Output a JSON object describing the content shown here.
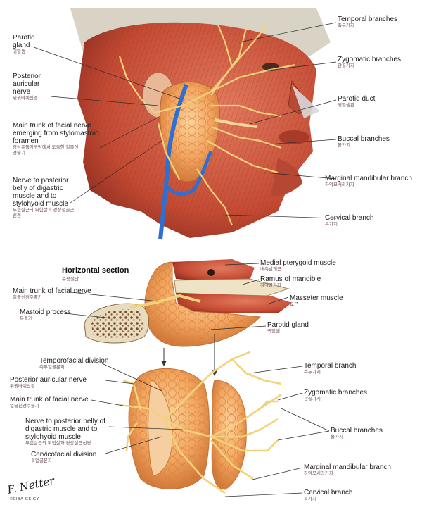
{
  "upper_labels": [
    {
      "id": "parotid-gland",
      "en": "Parotid gland",
      "ko": "귀밑샘"
    },
    {
      "id": "posterior-auricular-nerve",
      "en": "Posterior auricular nerve",
      "ko": "뒤귓바퀴신경"
    },
    {
      "id": "main-trunk-facial-nerve",
      "en": "Main trunk of facial nerve emerging from stylomastoid foramen",
      "ko": "경상유돌기구멍에서 도출한 얼굴신경줄기"
    },
    {
      "id": "nerve-posterior-belly",
      "en": "Nerve to posterior belly of digastric muscle and to stylohyoid muscle",
      "ko": "두힘살근의 뒤힘살과 경상설골근신경"
    },
    {
      "id": "temporal-branches",
      "en": "Temporal branches",
      "ko": "측두가지"
    },
    {
      "id": "zygomatic-branches",
      "en": "Zygomatic branches",
      "ko": "관골가지"
    },
    {
      "id": "parotid-duct",
      "en": "Parotid duct",
      "ko": "귀밑샘관"
    },
    {
      "id": "buccal-branches",
      "en": "Buccal branches",
      "ko": "볼가지"
    },
    {
      "id": "marginal-mandibular-branch",
      "en": "Marginal mandibular branch",
      "ko": "하악모서리가지"
    },
    {
      "id": "cervical-branch",
      "en": "Cervical branch",
      "ko": "목가지"
    }
  ],
  "section": {
    "title": "Horizontal section",
    "title_ko": "수평절단",
    "labels": [
      {
        "id": "medial-pterygoid",
        "en": "Medial pterygoid muscle",
        "ko": "내측날개근"
      },
      {
        "id": "ramus-mandible",
        "en": "Ramus of mandible",
        "ko": "하악골가지"
      },
      {
        "id": "main-trunk-2",
        "en": "Main trunk of facial nerve",
        "ko": "얼굴신경주줄기"
      },
      {
        "id": "masseter",
        "en": "Masseter muscle",
        "ko": "교근"
      },
      {
        "id": "mastoid-process",
        "en": "Mastoid process",
        "ko": "유돌기"
      },
      {
        "id": "parotid-gland-2",
        "en": "Parotid gland",
        "ko": "귀밑샘"
      }
    ]
  },
  "lower_labels": [
    {
      "id": "temporofacial-division",
      "en": "Temporofacial division",
      "ko": "측두얼굴분지"
    },
    {
      "id": "posterior-auricular-2",
      "en": "Posterior auricular nerve",
      "ko": "뒤귓바퀴신경"
    },
    {
      "id": "main-trunk-3",
      "en": "Main trunk of facial nerve",
      "ko": "얼굴신경주줄기"
    },
    {
      "id": "nerve-posterior-belly-2",
      "en": "Nerve to posterior belly of digastric muscle and to stylohyoid muscle",
      "ko": "두힘살근의 뒤힘살과 경상설근신경"
    },
    {
      "id": "cervicofacial-division",
      "en": "Cervicofacial division",
      "ko": "목얼굴분지"
    },
    {
      "id": "temporal-branch",
      "en": "Temporal branch",
      "ko": "측두가지"
    },
    {
      "id": "zygomatic-branches-2",
      "en": "Zygomatic branches",
      "ko": "관골가지"
    },
    {
      "id": "buccal-branches-2",
      "en": "Buccal branches",
      "ko": "볼가지"
    },
    {
      "id": "marginal-mandibular-2",
      "en": "Marginal mandibular branch",
      "ko": "하악모서리가지"
    },
    {
      "id": "cervical-branch-2",
      "en": "Cervical branch",
      "ko": "목가지"
    }
  ],
  "signature": "F. Netter",
  "signature_sub": "©CIBA-GEIGY",
  "colors": {
    "nerve": "#f2d27a",
    "muscle": "#c8553d",
    "gland": "#f0a860",
    "vein": "#2f6fd0",
    "bone": "#e8dcc0",
    "leader": "#2a2a2a"
  }
}
